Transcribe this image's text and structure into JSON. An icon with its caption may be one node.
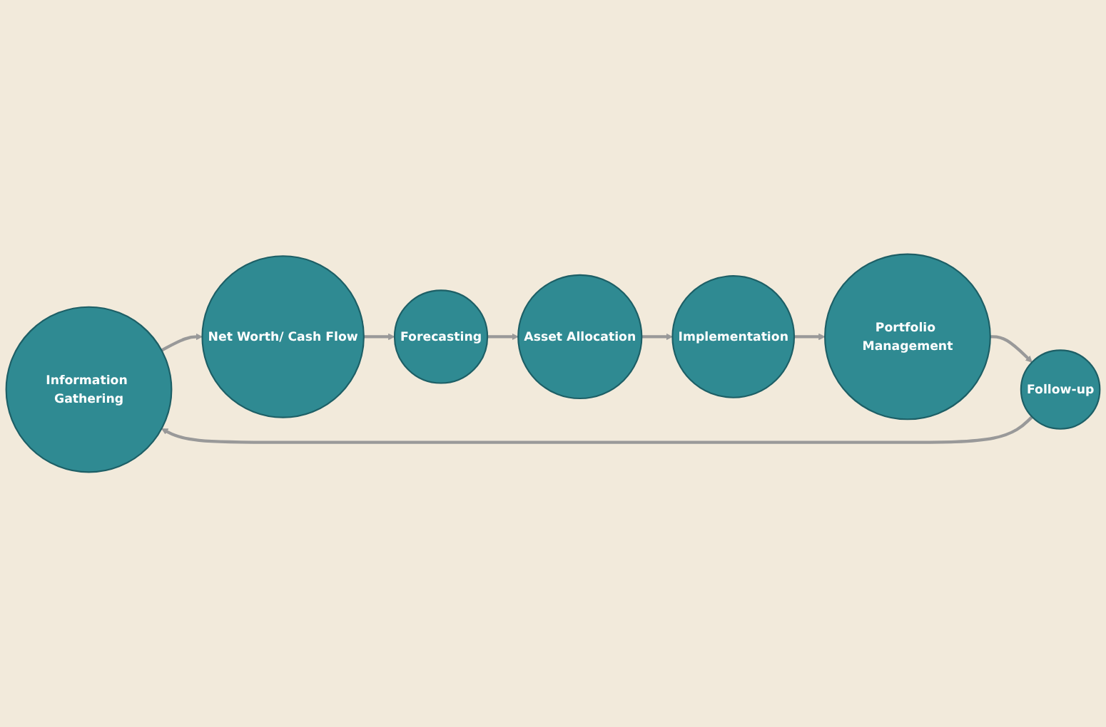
{
  "diagram": {
    "nodes": [
      {
        "text": [
          "Information Gathering"
        ]
      },
      {
        "text": [
          "Net Worth/ Cash Flow"
        ]
      },
      {
        "text": [
          "Forecasting"
        ]
      },
      {
        "text": [
          "Asset Allocation"
        ]
      },
      {
        "text": [
          "Implementation"
        ]
      },
      {
        "text": [
          "Portfolio Management"
        ]
      },
      {
        "text": [
          "Follow-up"
        ]
      }
    ],
    "edges": [
      {
        "from": 0,
        "to": 1,
        "arrow": "to"
      },
      {
        "from": 1,
        "to": 2,
        "arrow": "to"
      },
      {
        "from": 2,
        "to": 3,
        "arrow": "to"
      },
      {
        "from": 3,
        "to": 4,
        "arrow": "to"
      },
      {
        "from": 4,
        "to": 5,
        "arrow": "to"
      },
      {
        "from": 5,
        "to": 6,
        "arrow": "to"
      },
      {
        "from": 6,
        "to": 0,
        "arrow": "to"
      }
    ]
  }
}
